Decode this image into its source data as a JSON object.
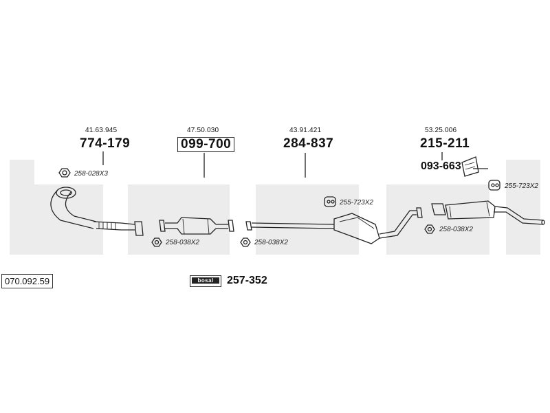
{
  "diagram_code": "070.092.59",
  "watermark_text": "bosal",
  "parts": [
    {
      "ref": "41.63.945",
      "number": "774-179"
    },
    {
      "ref": "47.50.030",
      "number": "099-700"
    },
    {
      "ref": "43.91.421",
      "number": "284-837"
    },
    {
      "ref": "53.25.006",
      "number": "215-211"
    }
  ],
  "sub_part": "093-663",
  "fittings": [
    {
      "code": "258-028X3"
    },
    {
      "code": "258-038X2"
    },
    {
      "code": "258-038X2"
    },
    {
      "code": "255-723X2"
    },
    {
      "code": "255-723X2"
    },
    {
      "code": "258-038X2"
    }
  ],
  "kit": {
    "badge": "bosal",
    "number": "257-352"
  },
  "colors": {
    "watermark": "#ececec",
    "line": "#222222"
  }
}
